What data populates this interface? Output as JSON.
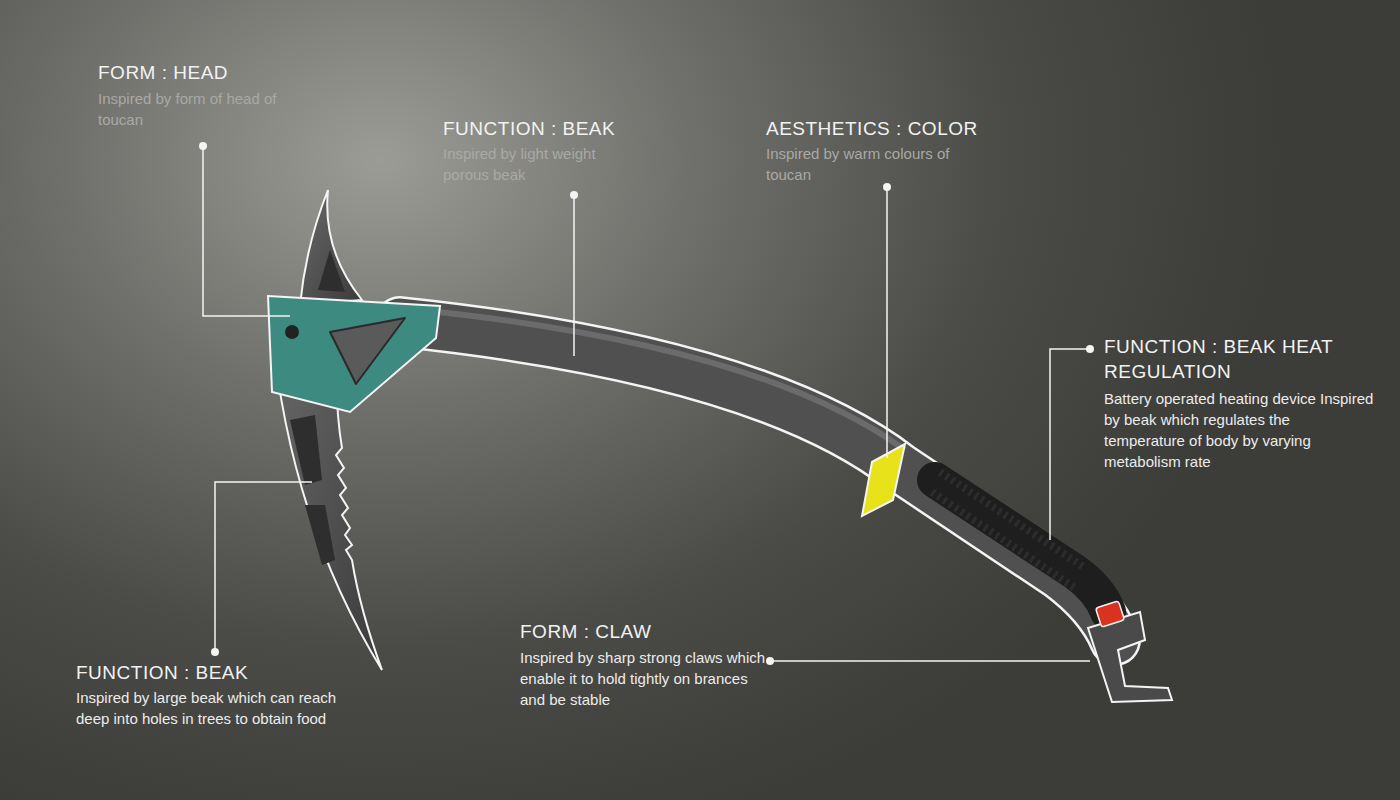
{
  "diagram": {
    "labels": [
      "FORM : HEAD",
      "Inspired by form of head of toucan",
      "FUNCTION : BEAK",
      "Inspired by light weight porous beak",
      "AESTHETICS : COLOR",
      "Inspired by warm colours of toucan",
      "FUNCTION : BEAK HEAT REGULATION",
      "Battery operated heating device Inspired by beak which regulates the temperature of body by varying metabolism rate",
      "FUNCTION : BEAK",
      "Inspired by large beak which can reach deep into holes in trees to obtain food",
      "FORM : CLAW",
      "Inspired by sharp strong claws which enable it to hold tightly on brances and be stable"
    ]
  }
}
